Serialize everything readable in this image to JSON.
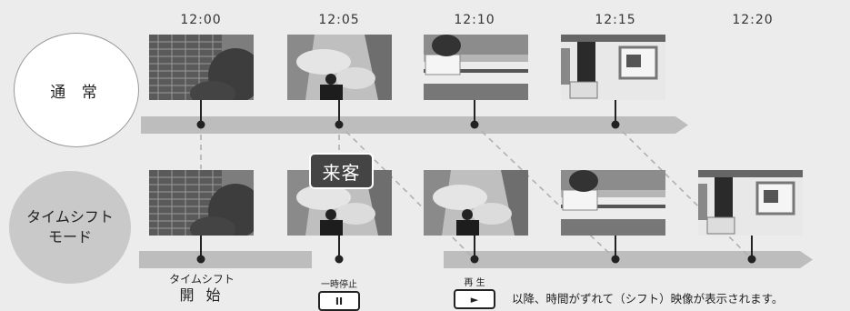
{
  "times": [
    "12:00",
    "12:05",
    "12:10",
    "12:15",
    "12:20"
  ],
  "modes": {
    "normal": "通 常",
    "timeshift_line1": "タイムシフト",
    "timeshift_line2": "モード"
  },
  "badge": "来客",
  "labels": {
    "start_line1": "タイムシフト",
    "start_line2": "開 始",
    "pause": "一時停止",
    "pause_symbol": "II",
    "play": "再 生",
    "play_symbol": "►"
  },
  "note": "以降、時間がずれて（シフト）映像が表示されます。",
  "colors": {
    "track": "#bdbdbd",
    "badge": "#444444",
    "dashed": "#b0b0b0"
  },
  "scenes": [
    "building",
    "walking-person",
    "train-platform",
    "train-door"
  ]
}
